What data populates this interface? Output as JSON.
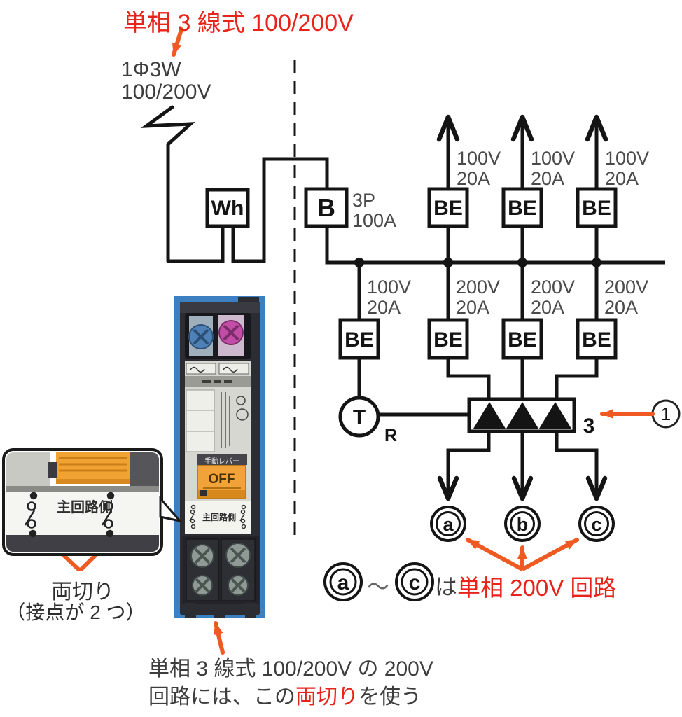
{
  "title": "単相 3 線式 100/200V",
  "source_label": {
    "line1": "1Φ3W",
    "line2": "100/200V"
  },
  "meter_label": "Wh",
  "main_breaker": {
    "label": "B",
    "pole": "3P",
    "rating": "100A"
  },
  "be_label": "BE",
  "top_circuits": [
    {
      "voltage": "100V",
      "current": "20A"
    },
    {
      "voltage": "100V",
      "current": "20A"
    },
    {
      "voltage": "100V",
      "current": "20A"
    }
  ],
  "bottom_circuits": [
    {
      "voltage": "100V",
      "current": "20A"
    },
    {
      "voltage": "200V",
      "current": "20A"
    },
    {
      "voltage": "200V",
      "current": "20A"
    },
    {
      "voltage": "200V",
      "current": "20A"
    }
  ],
  "timer": {
    "label": "T",
    "subscript": "R"
  },
  "contactor": {
    "pole_count": "3"
  },
  "callout": {
    "number": "1"
  },
  "outputs": {
    "a": "a",
    "b": "b",
    "c": "c"
  },
  "legend": {
    "from": "a",
    "tilde": "～",
    "to": "c",
    "particle": "は",
    "highlight": "単相 200V 回路"
  },
  "inset": {
    "panel_text": "主回路側",
    "caption1": "両切り",
    "caption2": "（接点が 2 つ）"
  },
  "photo": {
    "lever_label": "手動レバー",
    "switch_state": "OFF",
    "panel_text": "主回路側"
  },
  "note": {
    "line1": "単相 3 線式 100/200V の 200V",
    "line2_pre": "回路には、この",
    "line2_highlight": "両切り",
    "line2_post": "を使う"
  },
  "colors": {
    "highlight_red": "#e8231a",
    "arrow_orange": "#ee5a22",
    "line_black": "#141414",
    "label_gray": "#4a4a4a",
    "photo_bg_blue": "#3d80c2",
    "switch_orange": "#f1a238"
  }
}
